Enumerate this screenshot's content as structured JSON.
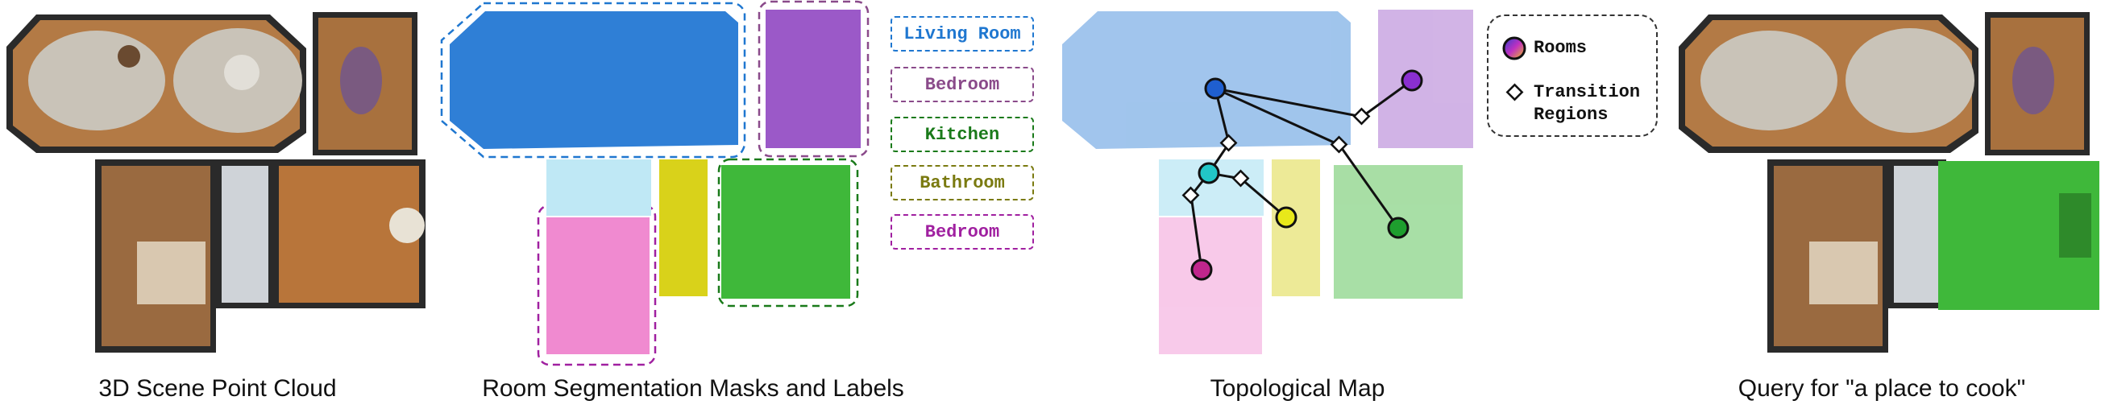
{
  "panels": [
    {
      "caption": "3D Scene Point Cloud"
    },
    {
      "caption": "Room Segmentation Masks and Labels"
    },
    {
      "caption": "Topological Map"
    },
    {
      "caption": "Query for \"a place to cook\""
    }
  ],
  "room_labels": [
    {
      "text": "Living Room",
      "color": "#1f77d0"
    },
    {
      "text": "Bedroom",
      "color": "#8a4a8a"
    },
    {
      "text": "Kitchen",
      "color": "#1a7a1a"
    },
    {
      "text": "Bathroom",
      "color": "#7a7a10"
    },
    {
      "text": "Bedroom",
      "color": "#a020a0"
    }
  ],
  "legend": {
    "rooms": "Rooms",
    "transition_line1": "Transition",
    "transition_line2": "Regions"
  },
  "colors": {
    "living": "#2f7fd6",
    "bedroom_top": "#9b59c8",
    "hall": "#bfe8f5",
    "bathroom": "#d9d21a",
    "kitchen": "#3fb83a",
    "bedroom_bottom": "#f08ad0",
    "floor": "#b37a45",
    "wall": "#2a2a2a",
    "graph_blue": "#1f5fd0",
    "graph_purple": "#8a2fd0",
    "graph_cyan": "#22c7c7",
    "graph_yellow": "#e8e81a",
    "graph_green": "#1e9e2e",
    "graph_magenta": "#c0268c"
  }
}
